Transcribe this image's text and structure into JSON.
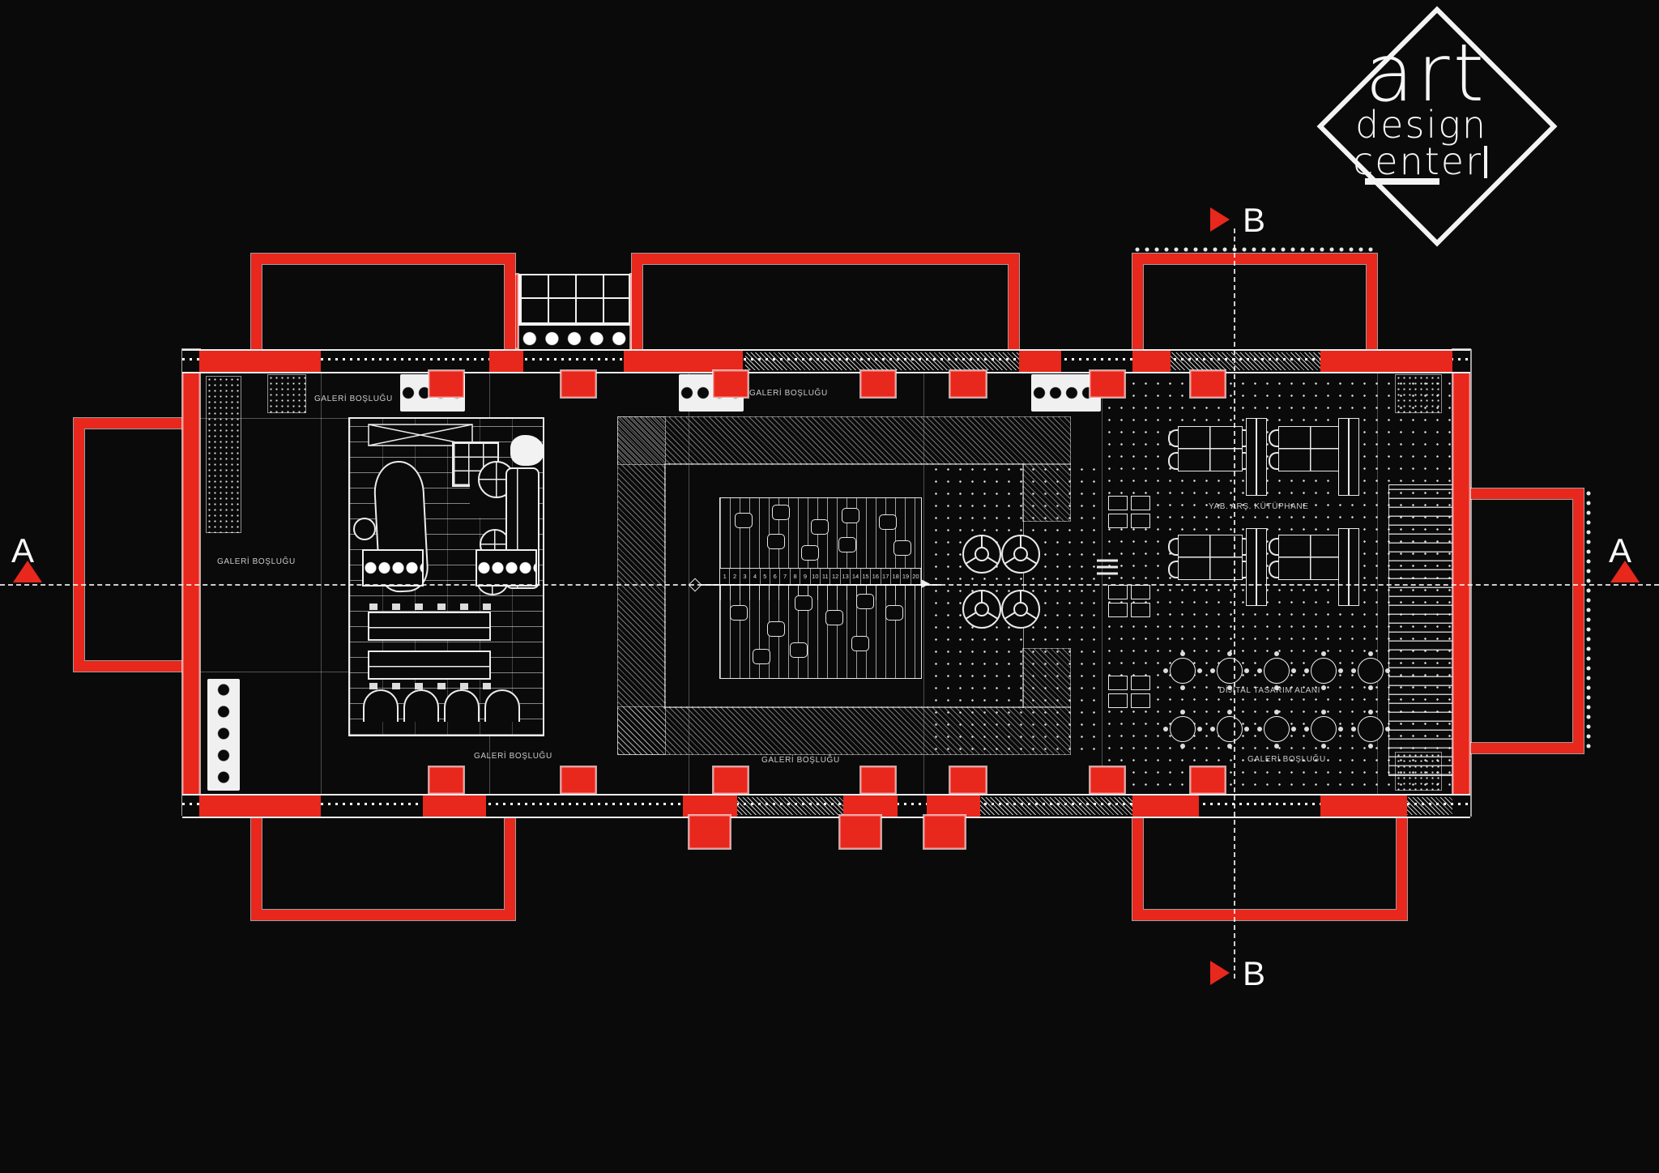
{
  "title": "Art Design Center — floor plan",
  "logo": {
    "line1": "art",
    "line2": "design",
    "line3": "center"
  },
  "section_markers": {
    "a": "A",
    "b": "B"
  },
  "labels": {
    "gallery_void": "GALERİ BOŞLUĞU",
    "library": "YAB. ARŞ. KÜTÜPHANE",
    "digital_design": "DİJİTAL TASARIM ALANI"
  },
  "amphitheater": {
    "step_numbers": [
      "1",
      "2",
      "3",
      "4",
      "5",
      "6",
      "7",
      "8",
      "9",
      "10",
      "11",
      "12",
      "13",
      "14",
      "15",
      "16",
      "17",
      "18",
      "19",
      "20"
    ]
  },
  "colors": {
    "wall_red": "#e8271d",
    "background": "#0b0a0a",
    "line_white": "#f2f2f2"
  }
}
